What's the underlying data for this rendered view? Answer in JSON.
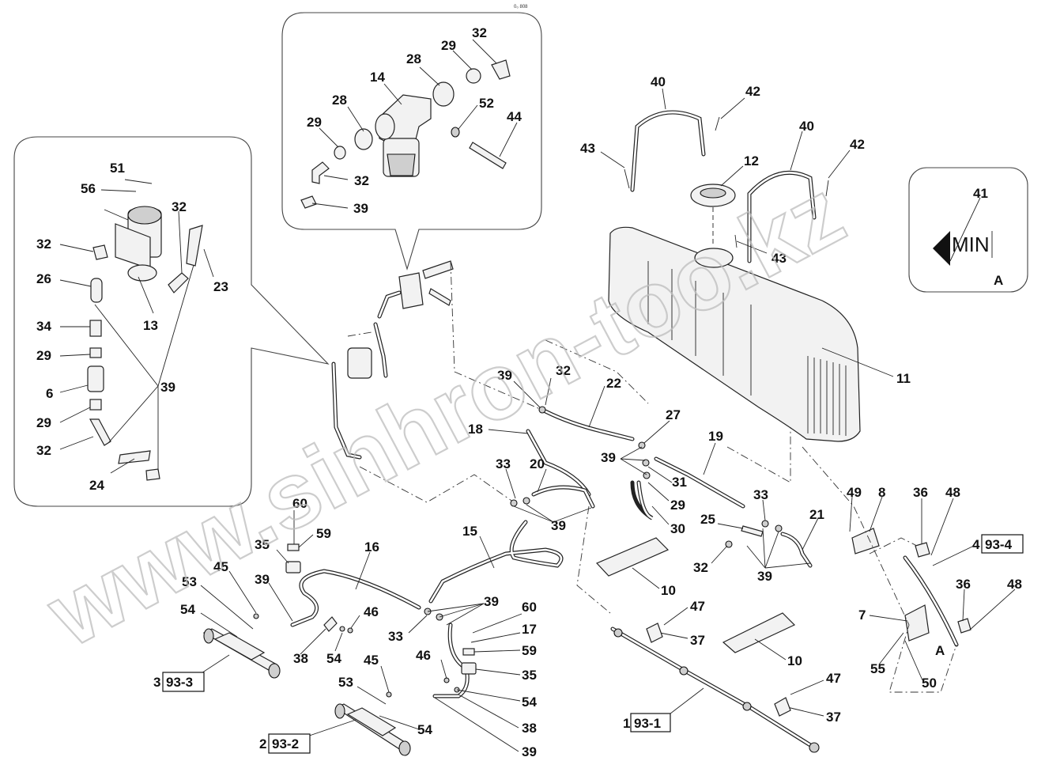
{
  "sheet_code": "0₀ 808",
  "callouts": {
    "A": "A",
    "MIN": "MIN"
  },
  "labels": {
    "top_inset": {
      "l32a": "32",
      "l29a": "29",
      "l28a": "28",
      "l14": "14",
      "l28b": "28",
      "l52": "52",
      "l29b": "29",
      "l44": "44",
      "l32b": "32",
      "l39": "39"
    },
    "left_inset": {
      "l51": "51",
      "l56": "56",
      "l32a": "32",
      "l32b": "32",
      "l23": "23",
      "l26": "26",
      "l13": "13",
      "l34": "34",
      "l29a": "29",
      "l39": "39",
      "l6": "6",
      "l29b": "29",
      "l32c": "32",
      "l24": "24"
    },
    "tank": {
      "l40a": "40",
      "l42a": "42",
      "l43a": "43",
      "l12": "12",
      "l40b": "40",
      "l42b": "42",
      "l43b": "43",
      "l41": "41",
      "l11": "11"
    },
    "center": {
      "l39a": "39",
      "l32": "32",
      "l22": "22",
      "l18": "18",
      "l27": "27",
      "l19": "19",
      "l39b": "39",
      "l31": "31",
      "l33a": "33",
      "l20": "20",
      "l29": "29",
      "l30": "30",
      "l39c": "39",
      "l15": "15",
      "l33b": "33",
      "l25": "25",
      "l21": "21",
      "l32b": "32",
      "l39d": "39",
      "l10a": "10",
      "l47a": "47",
      "l37a": "37",
      "l10b": "10",
      "l47b": "47",
      "l37b": "37"
    },
    "right": {
      "l49": "49",
      "l8": "8",
      "l36a": "36",
      "l48a": "48",
      "l4": "4",
      "l36b": "36",
      "l48b": "48",
      "l7": "7",
      "l55": "55",
      "l50": "50",
      "lA": "A"
    },
    "lower_left": {
      "l60a": "60",
      "l59a": "59",
      "l35a": "35",
      "l16": "16",
      "l45a": "45",
      "l53a": "53",
      "l39a": "39",
      "l46a": "46",
      "l54a": "54",
      "l38a": "38",
      "l54b": "54",
      "l3": "3",
      "l39b": "39",
      "l33": "33",
      "l60b": "60",
      "l17": "17",
      "l59b": "59",
      "l46b": "46",
      "l35b": "35",
      "l45b": "45",
      "l54c": "54",
      "l53b": "53",
      "l38b": "38",
      "l54d": "54",
      "l39c": "39",
      "l2": "2",
      "l1": "1"
    }
  },
  "ref_boxes": {
    "r931": "93-1",
    "r932": "93-2",
    "r933": "93-3",
    "r934": "93-4"
  },
  "watermark": "www.sinhron-too.kz"
}
